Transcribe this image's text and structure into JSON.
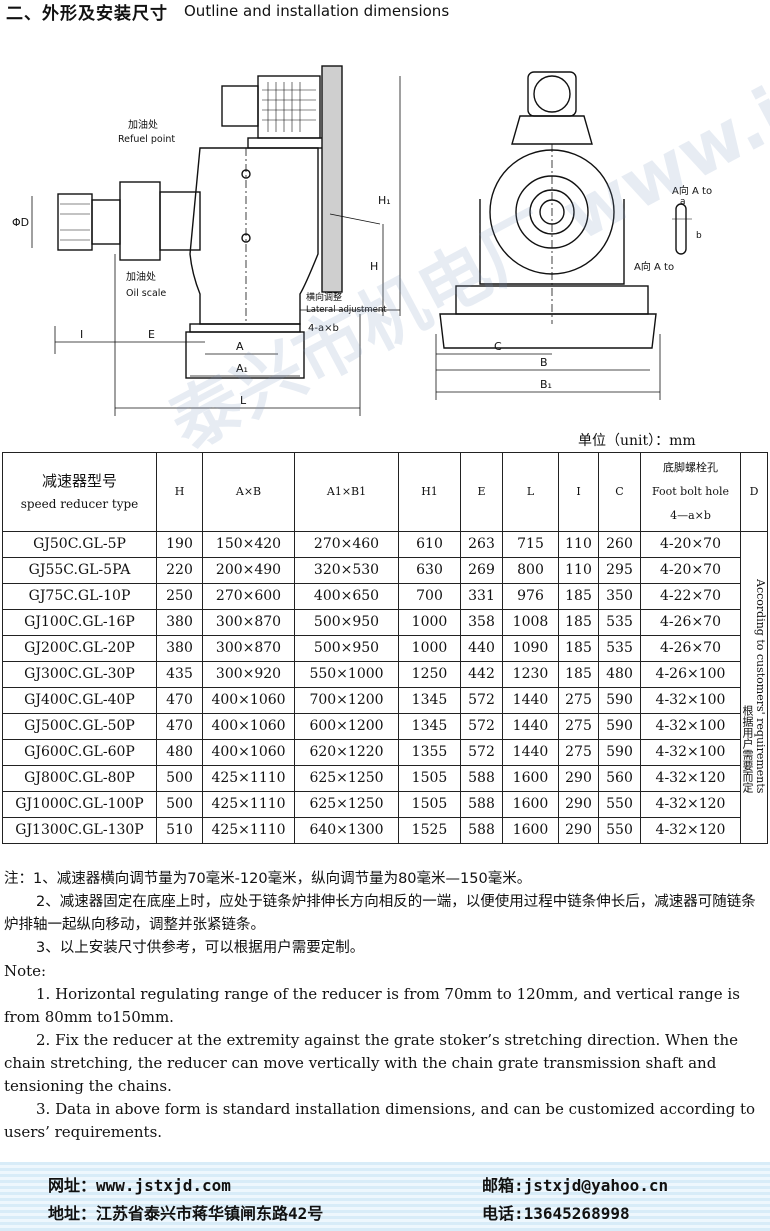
{
  "section_title": {
    "cn": "二、外形及安装尺寸",
    "en": "Outline and installation dimensions"
  },
  "drawing": {
    "labels": {
      "refuel_cn": "加油处",
      "refuel_en": "Refuel point",
      "oil_cn": "加油处",
      "oil_en": "Oil scale",
      "lateral_cn": "横向调整",
      "lateral_en": "Lateral adjustment",
      "a_dir_1": "A向",
      "a_to_1": "A to",
      "a_dir_2": "A向",
      "a_to_2": "A to",
      "dim_phi_d": "ΦD",
      "dim_i": "I",
      "dim_e": "E",
      "dim_a": "A",
      "dim_a1": "A₁",
      "dim_l": "L",
      "dim_h": "H",
      "dim_h1": "H₁",
      "dim_4axb": "4-a×b",
      "dim_c": "C",
      "dim_b": "B",
      "dim_b1": "B₁",
      "dim_a_small": "a",
      "dim_b_small": "b"
    }
  },
  "unit_label": "单位（unit）：mm",
  "table": {
    "headers": {
      "type_cn": "减速器型号",
      "type_en": "speed reducer type",
      "h": "H",
      "axb": "A×B",
      "a1xb1": "A1×B1",
      "h1": "H1",
      "e": "E",
      "l": "L",
      "i": "I",
      "c": "C",
      "bolt_cn": "底脚螺栓孔",
      "bolt_en": "Foot bolt hole",
      "bolt_formula": "4—a×b",
      "d": "D"
    },
    "d_note_cn": "根据用户需要而定",
    "d_note_en": "According to customers' requirements",
    "rows": [
      [
        "GJ50C.GL-5P",
        "190",
        "150×420",
        "270×460",
        "610",
        "263",
        "715",
        "110",
        "260",
        "4-20×70"
      ],
      [
        "GJ55C.GL-5PA",
        "220",
        "200×490",
        "320×530",
        "630",
        "269",
        "800",
        "110",
        "295",
        "4-20×70"
      ],
      [
        "GJ75C.GL-10P",
        "250",
        "270×600",
        "400×650",
        "700",
        "331",
        "976",
        "185",
        "350",
        "4-22×70"
      ],
      [
        "GJ100C.GL-16P",
        "380",
        "300×870",
        "500×950",
        "1000",
        "358",
        "1008",
        "185",
        "535",
        "4-26×70"
      ],
      [
        "GJ200C.GL-20P",
        "380",
        "300×870",
        "500×950",
        "1000",
        "440",
        "1090",
        "185",
        "535",
        "4-26×70"
      ],
      [
        "GJ300C.GL-30P",
        "435",
        "300×920",
        "550×1000",
        "1250",
        "442",
        "1230",
        "185",
        "480",
        "4-26×100"
      ],
      [
        "GJ400C.GL-40P",
        "470",
        "400×1060",
        "700×1200",
        "1345",
        "572",
        "1440",
        "275",
        "590",
        "4-32×100"
      ],
      [
        "GJ500C.GL-50P",
        "470",
        "400×1060",
        "600×1200",
        "1345",
        "572",
        "1440",
        "275",
        "590",
        "4-32×100"
      ],
      [
        "GJ600C.GL-60P",
        "480",
        "400×1060",
        "620×1220",
        "1355",
        "572",
        "1440",
        "275",
        "590",
        "4-32×100"
      ],
      [
        "GJ800C.GL-80P",
        "500",
        "425×1110",
        "625×1250",
        "1505",
        "588",
        "1600",
        "290",
        "560",
        "4-32×120"
      ],
      [
        "GJ1000C.GL-100P",
        "500",
        "425×1110",
        "625×1250",
        "1505",
        "588",
        "1600",
        "290",
        "550",
        "4-32×120"
      ],
      [
        "GJ1300C.GL-130P",
        "510",
        "425×1110",
        "640×1300",
        "1525",
        "588",
        "1600",
        "290",
        "550",
        "4-32×120"
      ]
    ]
  },
  "notes": {
    "cn1": "注：1、减速器横向调节量为70毫米-120毫米，纵向调节量为80毫米—150毫米。",
    "cn2": "2、减速器固定在底座上时，应处于链条炉排伸长方向相反的一端，以便使用过程中链条伸长后，减速器可随链条炉排轴一起纵向移动，调整并张紧链条。",
    "cn3": "3、以上安装尺寸供参考，可以根据用户需要定制。",
    "en_head": "Note:",
    "en1": "1. Horizontal regulating range of the reducer is from 70mm to 120mm, and vertical range is from 80mm to150mm.",
    "en2": "2. Fix the reducer at the extremity against the grate stoker’s stretching direction. When the chain stretching, the reducer can move vertically with the chain grate transmission shaft and tensioning the chains.",
    "en3": "3. Data in above form is standard installation dimensions, and can be customized according to users’ requirements."
  },
  "watermark": "泰兴市机电厂 www.jstxjd.com",
  "footer": {
    "web": "网址：www.jstxjd.com",
    "email": "邮箱:jstxjd@yahoo.cn",
    "address": "地址：江苏省泰兴市蒋华镇闸东路42号",
    "phone": "电话:13645268998"
  }
}
